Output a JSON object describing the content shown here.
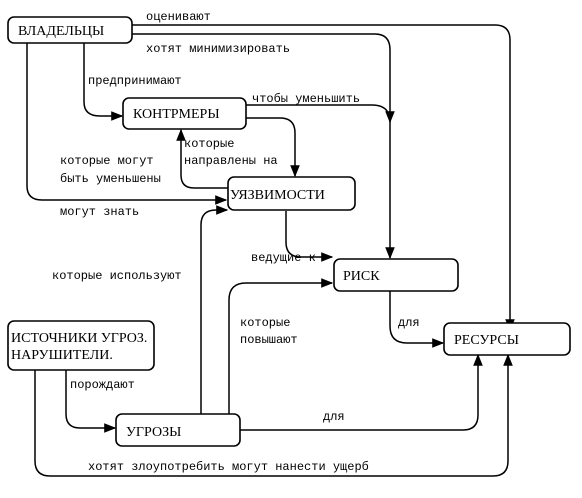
{
  "nodes": {
    "owners": "ВЛАДЕЛЬЦЫ",
    "countermeasures": "КОНТРМЕРЫ",
    "vulnerabilities": "УЯЗВИМОСТИ",
    "risk": "РИСК",
    "resources": "РЕСУРСЫ",
    "sources_line1": "ИСТОЧНИКИ УГРОЗ.",
    "sources_line2": "НАРУШИТЕЛИ.",
    "threats": "УГРОЗЫ"
  },
  "labels": {
    "evaluate": "оценивают",
    "want_minimize": "хотят минимизировать",
    "undertake": "предпринимают",
    "to_reduce": "чтобы уменьшить",
    "which_line1": "которые",
    "directed_at": "направлены на",
    "which_can": "которые могут",
    "be_reduced": "быть уменьшены",
    "may_know": "могут знать",
    "lead_to": "ведущие к",
    "which_use": "которые используют",
    "which_line2": "которые",
    "increase": "повышают",
    "for_risk": "для",
    "generate": "порождают",
    "for_threats": "для",
    "want_abuse": "хотят злоупотребить могут нанести ущерб"
  },
  "colors": {
    "stroke": "#000000",
    "background": "#ffffff"
  }
}
